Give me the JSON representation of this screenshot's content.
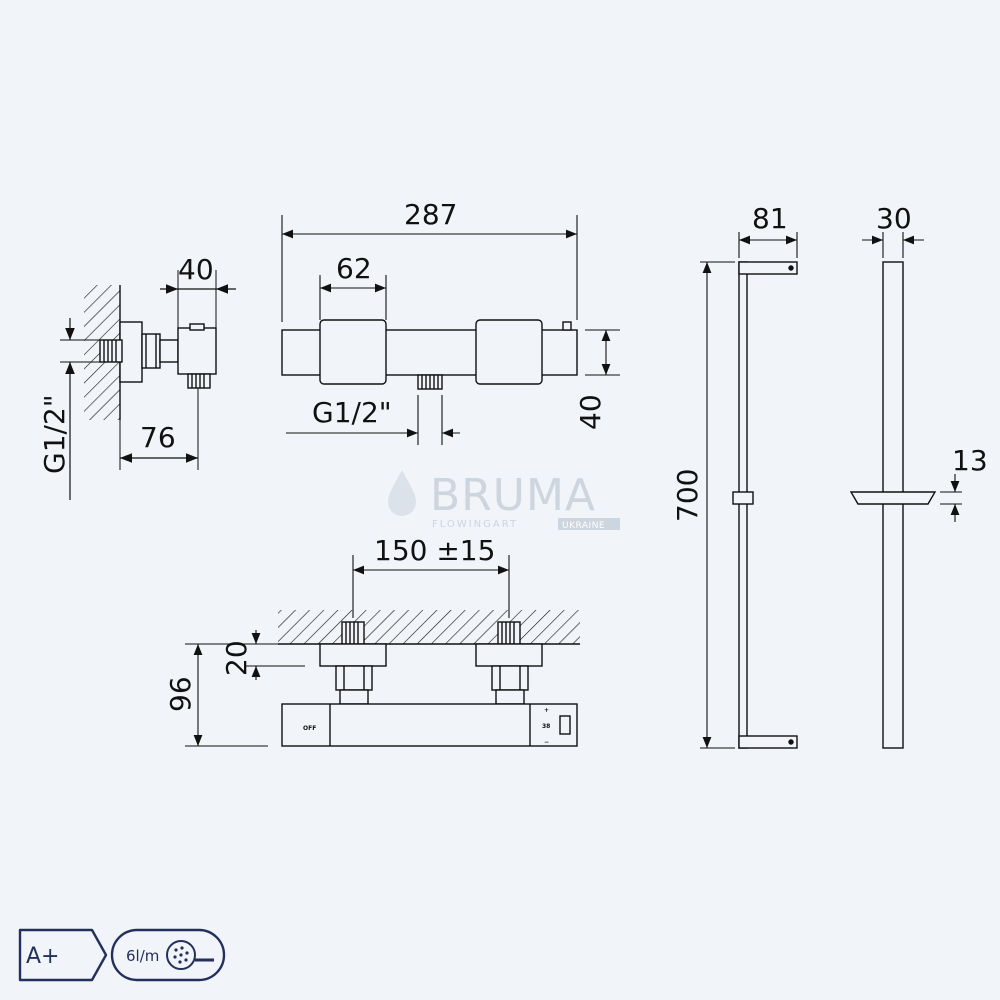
{
  "dimensions": {
    "inlet_center": "40",
    "wall_depth": "76",
    "inlet_thread_left": "G1/2\"",
    "body_length": "287",
    "handle_width": "62",
    "outlet_thread": "G1/2\"",
    "body_height": "40",
    "inlet_spacing": "150 ±15",
    "eccentric_depth": "20",
    "total_depth": "96",
    "rail_length": "700",
    "rail_offset": "81",
    "rail_width": "30",
    "holder_thickness": "13"
  },
  "mixer_labels": {
    "off": "OFF",
    "plus": "+",
    "temp": "38",
    "minus": "−"
  },
  "watermark": {
    "brand": "BRUMA",
    "sub": "FLOWINGART",
    "tag": "UKRAINE"
  },
  "badges": {
    "energy_class": "A+",
    "flow_rate": "6l/m"
  },
  "colors": {
    "background": "#f1f4f8",
    "line": "#111111",
    "badge": "#23305c",
    "watermark": "#cdd5de"
  }
}
